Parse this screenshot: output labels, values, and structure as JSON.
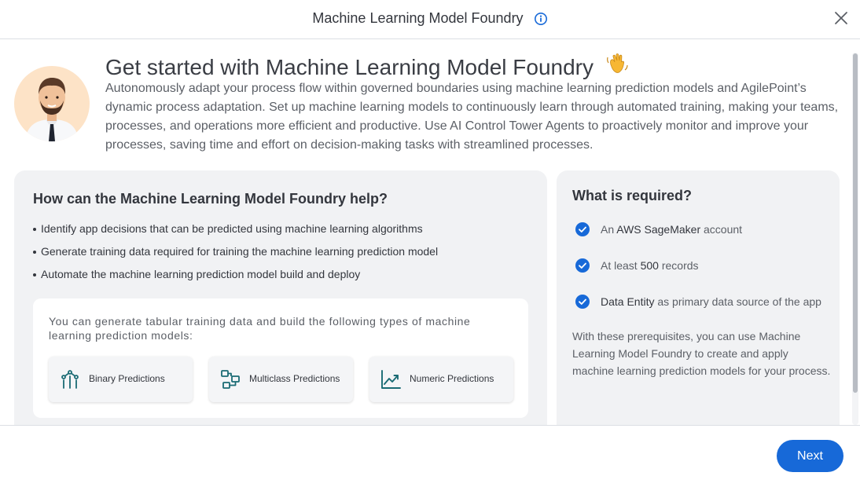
{
  "dialog": {
    "title": "Machine Learning Model Foundry"
  },
  "hero": {
    "title": "Get started with Machine Learning Model Foundry",
    "description": "Autonomously adapt your process flow within governed boundaries using machine learning prediction models and AgilePoint’s dynamic process adaptation. Set up machine learning models to continuously learn through automated training, making your teams, processes, and operations more efficient and productive. Use AI Control Tower Agents to proactively monitor and improve your processes, saving time and effort on decision-making tasks with streamlined processes."
  },
  "help": {
    "heading": "How can the Machine Learning Model Foundry help?",
    "bullets": [
      "Identify app decisions that can be predicted using machine learning algorithms",
      "Generate training data required for training the machine learning prediction model",
      "Automate the machine learning prediction model build and deploy"
    ],
    "types_intro": "You can generate tabular training data and build the following types of machine learning prediction models:",
    "types": [
      {
        "label": "Binary Predictions",
        "icon": "binary-predictions-icon"
      },
      {
        "label": "Multiclass Predictions",
        "icon": "multiclass-predictions-icon"
      },
      {
        "label": "Numeric Predictions",
        "icon": "numeric-predictions-icon"
      }
    ]
  },
  "requirements": {
    "heading": "What is required?",
    "items": [
      {
        "prefix": "An ",
        "strong": "AWS SageMaker",
        "suffix": " account"
      },
      {
        "prefix": "At least ",
        "strong": "500",
        "suffix": " records"
      },
      {
        "prefix": "",
        "strong": "Data Entity",
        "suffix": " as primary data source of the app"
      }
    ],
    "note": "With these prerequisites, you can use Machine Learning Model Foundry to create and apply machine learning prediction models for your process."
  },
  "footer": {
    "next_label": "Next"
  },
  "colors": {
    "accent": "#1769d8",
    "card_bg": "#f1f2f4",
    "icon_teal": "#1a6b74"
  }
}
